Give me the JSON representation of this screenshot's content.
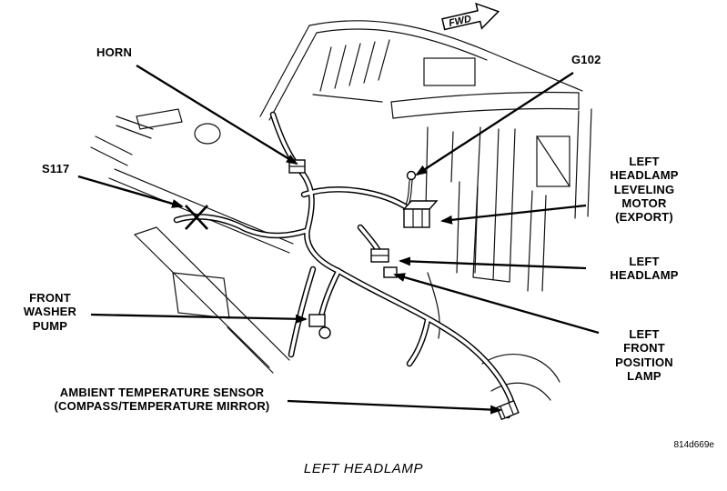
{
  "window": {
    "background": "#ffffff",
    "ink": "#000000"
  },
  "diagram": {
    "fwd_label": "FWD",
    "figure_code": "814d669e",
    "caption": "LEFT HEADLAMP",
    "callouts": {
      "horn": "HORN",
      "g102": "G102",
      "s117": "S117",
      "leveling_motor": "LEFT\nHEADLAMP\nLEVELING\nMOTOR\n(EXPORT)",
      "left_headlamp": "LEFT\nHEADLAMP",
      "front_washer_pump": "FRONT\nWASHER\nPUMP",
      "left_front_position_lamp": "LEFT\nFRONT\nPOSITION\nLAMP",
      "ambient_temperature_sensor": "AMBIENT TEMPERATURE SENSOR\n(COMPASS/TEMPERATURE MIRROR)"
    }
  }
}
